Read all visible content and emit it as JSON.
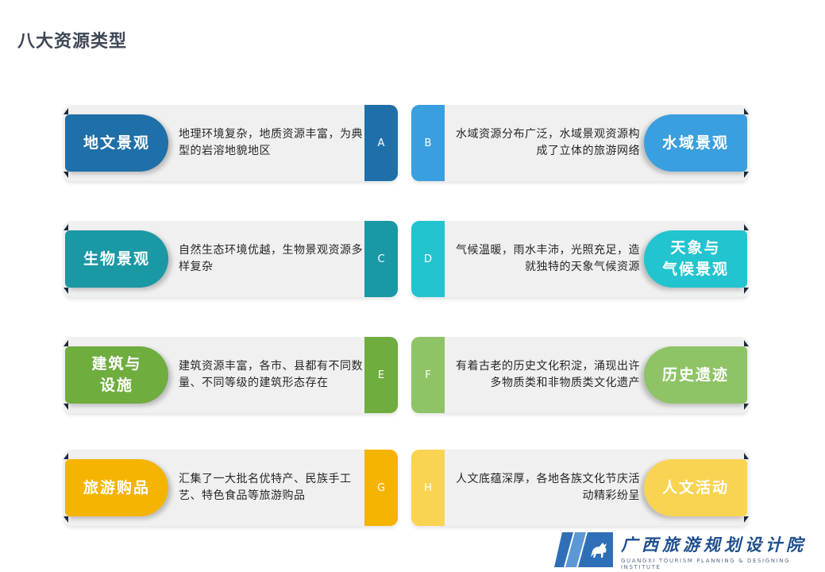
{
  "title": "八大资源类型",
  "colors": {
    "A": "#1f6fa8",
    "B": "#3a9fde",
    "C": "#1a98a4",
    "D": "#22c4cf",
    "E": "#6fad3f",
    "F": "#8ec466",
    "G": "#f4b400",
    "H": "#f9d452"
  },
  "rows": [
    {
      "left": {
        "letter": "A",
        "label": "地文景观",
        "desc": "地理环境复杂，地质资源丰富，为典型的岩溶地貌地区"
      },
      "right": {
        "letter": "B",
        "label": "水域景观",
        "desc": "水域资源分布广泛，水域景观资源构成了立体的旅游网络"
      }
    },
    {
      "left": {
        "letter": "C",
        "label": "生物景观",
        "desc": "自然生态环境优越，生物景观资源多样复杂"
      },
      "right": {
        "letter": "D",
        "label": "天象与\n气候景观",
        "desc": "气候温暖，雨水丰沛，光照充足，造就独特的天象气候资源"
      }
    },
    {
      "left": {
        "letter": "E",
        "label": "建筑与\n设施",
        "desc": "建筑资源丰富，各市、县都有不同数量、不同等级的建筑形态存在"
      },
      "right": {
        "letter": "F",
        "label": "历史遗迹",
        "desc": "有着古老的历史文化积淀，涌现出许多物质类和非物质类文化遗产"
      }
    },
    {
      "left": {
        "letter": "G",
        "label": "旅游购品",
        "desc": "汇集了一大批名优特产、民族手工艺、特色食品等旅游购品"
      },
      "right": {
        "letter": "H",
        "label": "人文活动",
        "desc": "人文底蕴深厚，各地各族文化节庆活动精彩纷呈"
      }
    }
  ],
  "logo": {
    "name": "广西旅游规划设计院",
    "subtitle": "GUANGXI TOURISM PLANNING & DESIGNING INSTITUTE"
  }
}
